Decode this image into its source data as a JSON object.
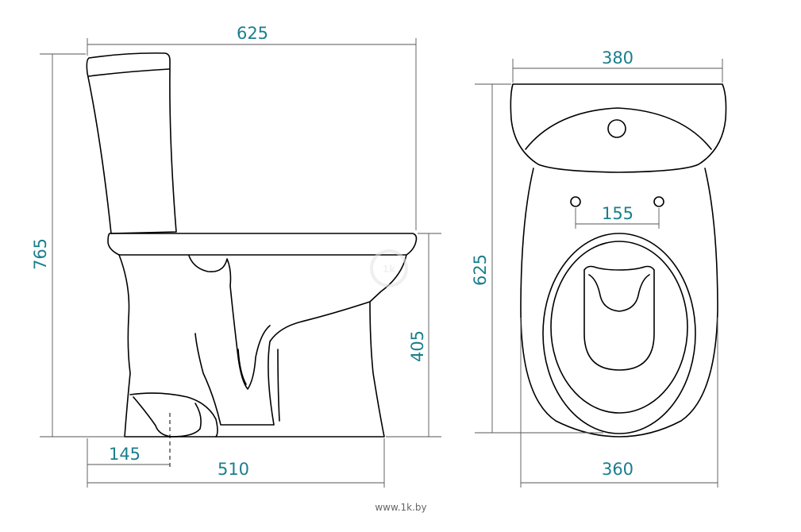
{
  "dimensions": {
    "side_total_length": "625",
    "side_total_height": "765",
    "side_seat_height": "405",
    "side_outlet_offset": "145",
    "side_base_length": "510",
    "top_seat_width": "380",
    "top_total_length": "625",
    "top_hole_spacing": "155",
    "top_base_width": "360"
  },
  "watermark": "1k",
  "source_url": "www.1k.by",
  "colors": {
    "dimension_text": "#1a7f8c",
    "line": "#000000"
  }
}
